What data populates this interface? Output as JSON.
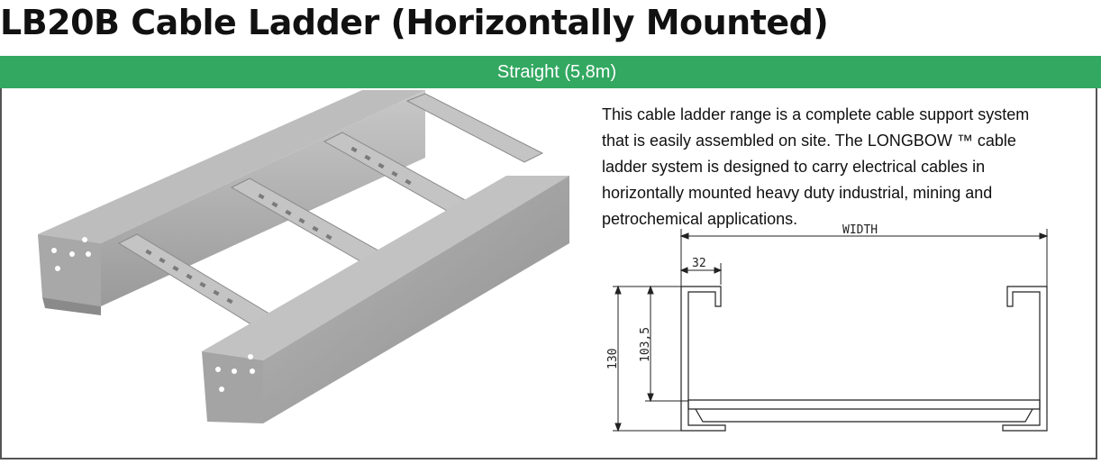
{
  "page": {
    "title": "LB20B Cable Ladder (Horizontally Mounted)"
  },
  "band": {
    "label": "Straight (5,8m)",
    "color": "#33a861"
  },
  "description": {
    "text": "This cable ladder range is a complete cable support system that is easily assembled on site. The LONGBOW ™ cable ladder system is designed to carry electrical cables in horizontally mounted heavy duty industrial, mining and petrochemical applications."
  },
  "drawing": {
    "width_label": "WIDTH",
    "flange_label": "32",
    "inner_height_label": "103,5",
    "total_height_label": "130"
  }
}
